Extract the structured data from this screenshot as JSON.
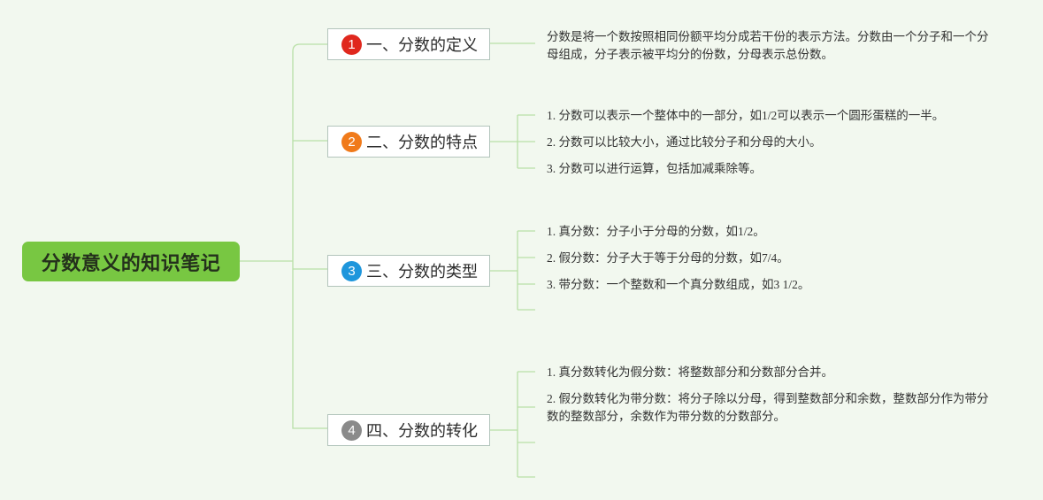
{
  "root": {
    "title": "分数意义的知识笔记",
    "color": "#78c742"
  },
  "branches": [
    {
      "number": "1",
      "badge_color": "#e0281e",
      "title": "一、分数的定义",
      "notes": [
        "分数是将一个数按照相同份额平均分成若干份的表示方法。分数由一个分子和一个分母组成，分子表示被平均分的份数，分母表示总份数。"
      ]
    },
    {
      "number": "2",
      "badge_color": "#f07a1a",
      "title": "二、分数的特点",
      "notes": [
        "1. 分数可以表示一个整体中的一部分，如1/2可以表示一个圆形蛋糕的一半。",
        "2. 分数可以比较大小，通过比较分子和分母的大小。",
        "3. 分数可以进行运算，包括加减乘除等。"
      ]
    },
    {
      "number": "3",
      "badge_color": "#1e96dc",
      "title": "三、分数的类型",
      "notes": [
        "1. 真分数：分子小于分母的分数，如1/2。",
        "2. 假分数：分子大于等于分母的分数，如7/4。",
        "3. 带分数：一个整数和一个真分数组成，如3 1/2。"
      ]
    },
    {
      "number": "4",
      "badge_color": "#8a8a8a",
      "title": "四、分数的转化",
      "notes": [
        "1. 真分数转化为假分数：将整数部分和分数部分合并。",
        "2. 假分数转化为带分数：将分子除以分母，得到整数部分和余数，整数部分作为带分数的整数部分，余数作为带分数的分数部分。"
      ]
    }
  ]
}
